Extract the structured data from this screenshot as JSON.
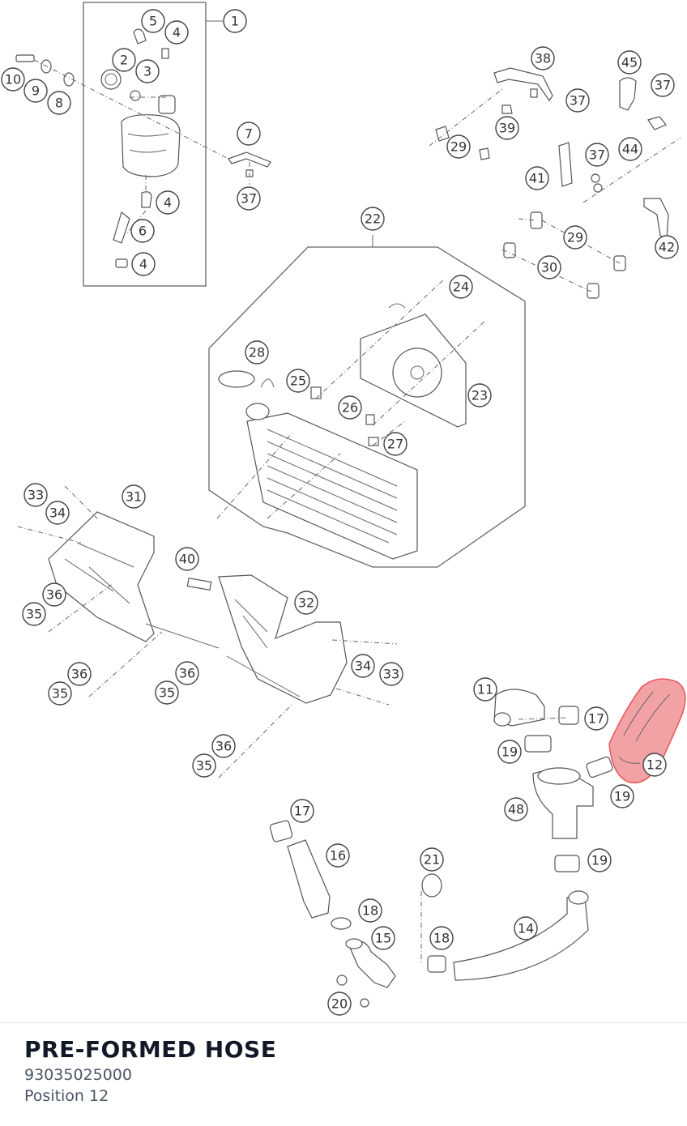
{
  "part": {
    "name": "PRE-FORMED HOSE",
    "number": "93035025000",
    "position": "Position 12"
  },
  "highlight_color": "#e8565a",
  "callouts": [
    {
      "id": "c1",
      "n": "1"
    },
    {
      "id": "c2",
      "n": "2"
    },
    {
      "id": "c3",
      "n": "3"
    },
    {
      "id": "c4a",
      "n": "4"
    },
    {
      "id": "c4b",
      "n": "4"
    },
    {
      "id": "c4c",
      "n": "4"
    },
    {
      "id": "c5",
      "n": "5"
    },
    {
      "id": "c6",
      "n": "6"
    },
    {
      "id": "c7",
      "n": "7"
    },
    {
      "id": "c8",
      "n": "8"
    },
    {
      "id": "c9",
      "n": "9"
    },
    {
      "id": "c10",
      "n": "10"
    },
    {
      "id": "c37a",
      "n": "37"
    },
    {
      "id": "c38",
      "n": "38"
    },
    {
      "id": "c45",
      "n": "45"
    },
    {
      "id": "c37b",
      "n": "37"
    },
    {
      "id": "c37c",
      "n": "37"
    },
    {
      "id": "c39",
      "n": "39"
    },
    {
      "id": "c29a",
      "n": "29"
    },
    {
      "id": "c44",
      "n": "44"
    },
    {
      "id": "c37d",
      "n": "37"
    },
    {
      "id": "c41",
      "n": "41"
    },
    {
      "id": "c29b",
      "n": "29"
    },
    {
      "id": "c42",
      "n": "42"
    },
    {
      "id": "c30",
      "n": "30"
    },
    {
      "id": "c22",
      "n": "22"
    },
    {
      "id": "c24",
      "n": "24"
    },
    {
      "id": "c28",
      "n": "28"
    },
    {
      "id": "c25",
      "n": "25"
    },
    {
      "id": "c26",
      "n": "26"
    },
    {
      "id": "c23",
      "n": "23"
    },
    {
      "id": "c27",
      "n": "27"
    },
    {
      "id": "c33a",
      "n": "33"
    },
    {
      "id": "c31",
      "n": "31"
    },
    {
      "id": "c34a",
      "n": "34"
    },
    {
      "id": "c40",
      "n": "40"
    },
    {
      "id": "c36a",
      "n": "36"
    },
    {
      "id": "c35a",
      "n": "35"
    },
    {
      "id": "c32",
      "n": "32"
    },
    {
      "id": "c36b",
      "n": "36"
    },
    {
      "id": "c36c",
      "n": "36"
    },
    {
      "id": "c35b",
      "n": "35"
    },
    {
      "id": "c35c",
      "n": "35"
    },
    {
      "id": "c34b",
      "n": "34"
    },
    {
      "id": "c33b",
      "n": "33"
    },
    {
      "id": "c36d",
      "n": "36"
    },
    {
      "id": "c35d",
      "n": "35"
    },
    {
      "id": "c11",
      "n": "11"
    },
    {
      "id": "c17a",
      "n": "17"
    },
    {
      "id": "c19a",
      "n": "19"
    },
    {
      "id": "c12",
      "n": "12"
    },
    {
      "id": "c19b",
      "n": "19"
    },
    {
      "id": "c48",
      "n": "48"
    },
    {
      "id": "c17b",
      "n": "17"
    },
    {
      "id": "c16",
      "n": "16"
    },
    {
      "id": "c21",
      "n": "21"
    },
    {
      "id": "c19c",
      "n": "19"
    },
    {
      "id": "c18a",
      "n": "18"
    },
    {
      "id": "c15",
      "n": "15"
    },
    {
      "id": "c18b",
      "n": "18"
    },
    {
      "id": "c14",
      "n": "14"
    },
    {
      "id": "c20",
      "n": "20"
    }
  ]
}
